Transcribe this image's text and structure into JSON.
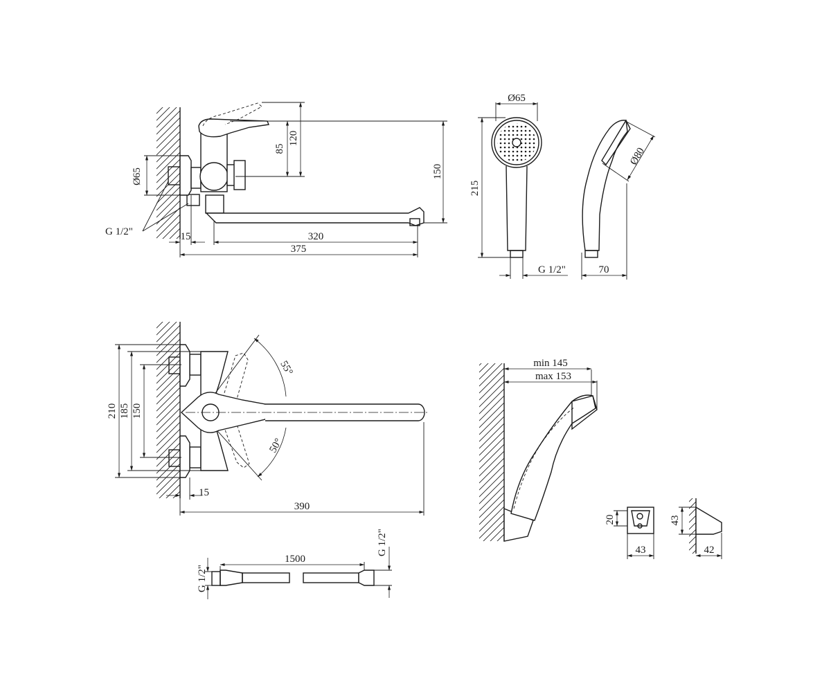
{
  "mixer_side": {
    "dim_diameter_65": "Ø65",
    "dim_85": "85",
    "dim_120": "120",
    "dim_150": "150",
    "dim_15": "15",
    "dim_320": "320",
    "dim_375": "375",
    "thread_label": "G 1/2\""
  },
  "hand_shower_front": {
    "dim_diameter": "Ø65",
    "dim_height": "215",
    "thread_label": "G 1/2\""
  },
  "hand_shower_side": {
    "dim_diameter": "Ø80",
    "dim_width": "70"
  },
  "mixer_top": {
    "dim_210": "210",
    "dim_185": "185",
    "dim_150": "150",
    "angle_55": "55°",
    "angle_50": "50°",
    "dim_15": "15",
    "dim_390": "390"
  },
  "hose": {
    "thread_left": "G 1/2\"",
    "length": "1500",
    "thread_right": "G 1/2\""
  },
  "holder_assembly": {
    "dim_min": "min 145",
    "dim_max": "max 153"
  },
  "holder_front": {
    "dim_height": "20",
    "dim_width": "43"
  },
  "holder_side": {
    "dim_height": "43",
    "dim_width": "42"
  }
}
